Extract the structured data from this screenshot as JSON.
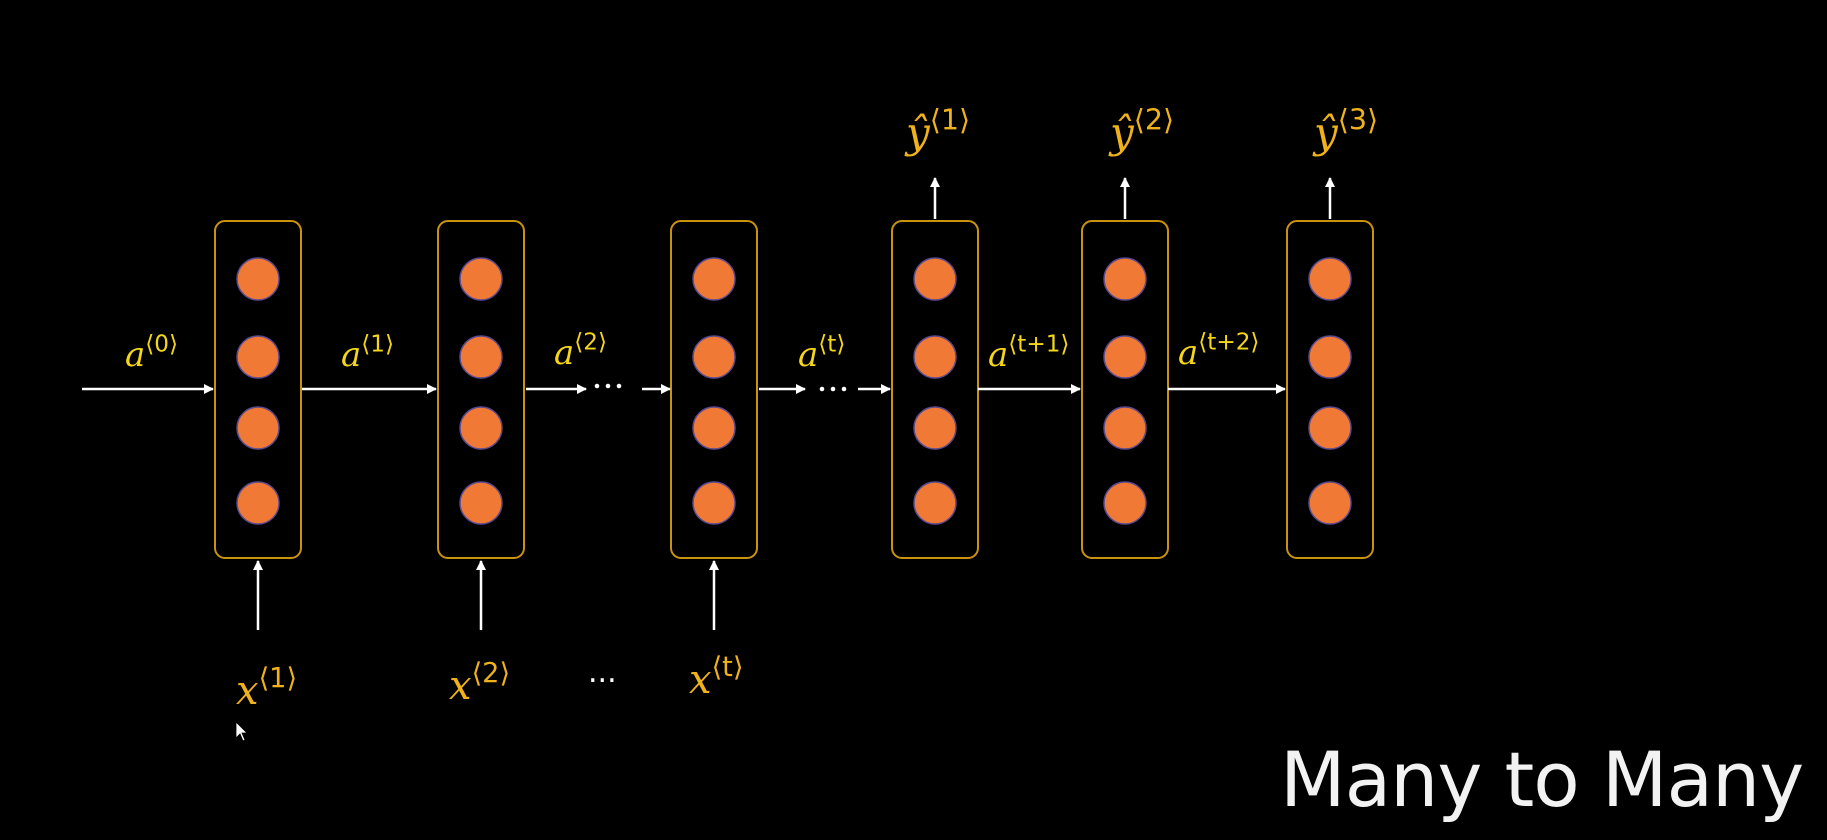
{
  "colors": {
    "background": "#000000",
    "cell_border": "#c9930e",
    "neuron_fill": "#f07a35",
    "neuron_stroke": "#5b4a8f",
    "arrow": "#ffffff",
    "activation_label": "#f5d61a",
    "io_label": "#f0b21a"
  },
  "cells": [
    "cell-1",
    "cell-2",
    "cell-t",
    "cell-out-1",
    "cell-out-2",
    "cell-out-3"
  ],
  "activations": [
    {
      "base": "a",
      "sup": "⟨0⟩"
    },
    {
      "base": "a",
      "sup": "⟨1⟩"
    },
    {
      "base": "a",
      "sup": "⟨2⟩"
    },
    {
      "base": "a",
      "sup": "⟨t⟩"
    },
    {
      "base": "a",
      "sup": "⟨t+1⟩"
    },
    {
      "base": "a",
      "sup": "⟨t+2⟩"
    }
  ],
  "inputs": [
    {
      "base": "x",
      "sup": "⟨1⟩"
    },
    {
      "base": "x",
      "sup": "⟨2⟩"
    },
    {
      "base": "x",
      "sup": "⟨t⟩"
    }
  ],
  "outputs": [
    {
      "base": "ŷ",
      "sup": "⟨1⟩"
    },
    {
      "base": "ŷ",
      "sup": "⟨2⟩"
    },
    {
      "base": "ŷ",
      "sup": "⟨3⟩"
    }
  ],
  "input_ellipsis": "...",
  "title": "Many to Many"
}
